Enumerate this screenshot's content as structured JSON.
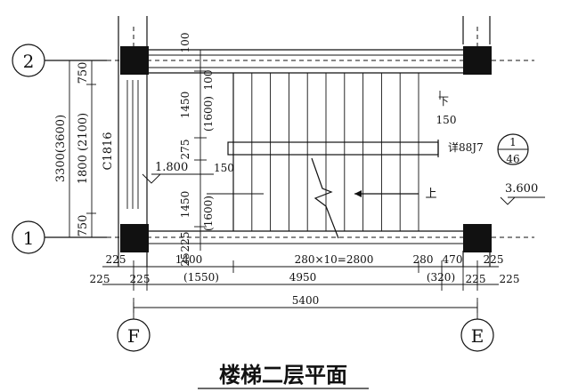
{
  "title": "楼梯二层平面",
  "axes": {
    "row_top": "2",
    "row_bottom": "1",
    "col_left": "F",
    "col_right": "E"
  },
  "left_dims": {
    "overall": "3300(3600)",
    "middle": "1800 (2100)",
    "top": "750",
    "bottom": "750"
  },
  "inner_left_dims": {
    "top_100": "100",
    "run_upper": "1450",
    "run_upper_paren": "(1600)",
    "landing_100": "100",
    "landing_275": "275",
    "run_lower": "1450",
    "run_lower_paren": "(1600)",
    "bottom_225a": "225",
    "bottom_25": "25"
  },
  "window_label": "C1816",
  "levels": {
    "landing": "1.800",
    "floor": "3.600",
    "offset_150": "150"
  },
  "stair_labels": {
    "down": "下",
    "up": "上",
    "detail": "详88J7",
    "gap_150": "150"
  },
  "detail_ref": {
    "top": "1",
    "bottom": "46"
  },
  "bottom_dims": {
    "row1": [
      "225",
      "1400",
      "280×10=2800",
      "280",
      "470",
      "225"
    ],
    "row2": [
      "225",
      "225",
      "(1550)",
      "4950",
      "(320)",
      "225",
      "225"
    ],
    "overall": "5400"
  }
}
